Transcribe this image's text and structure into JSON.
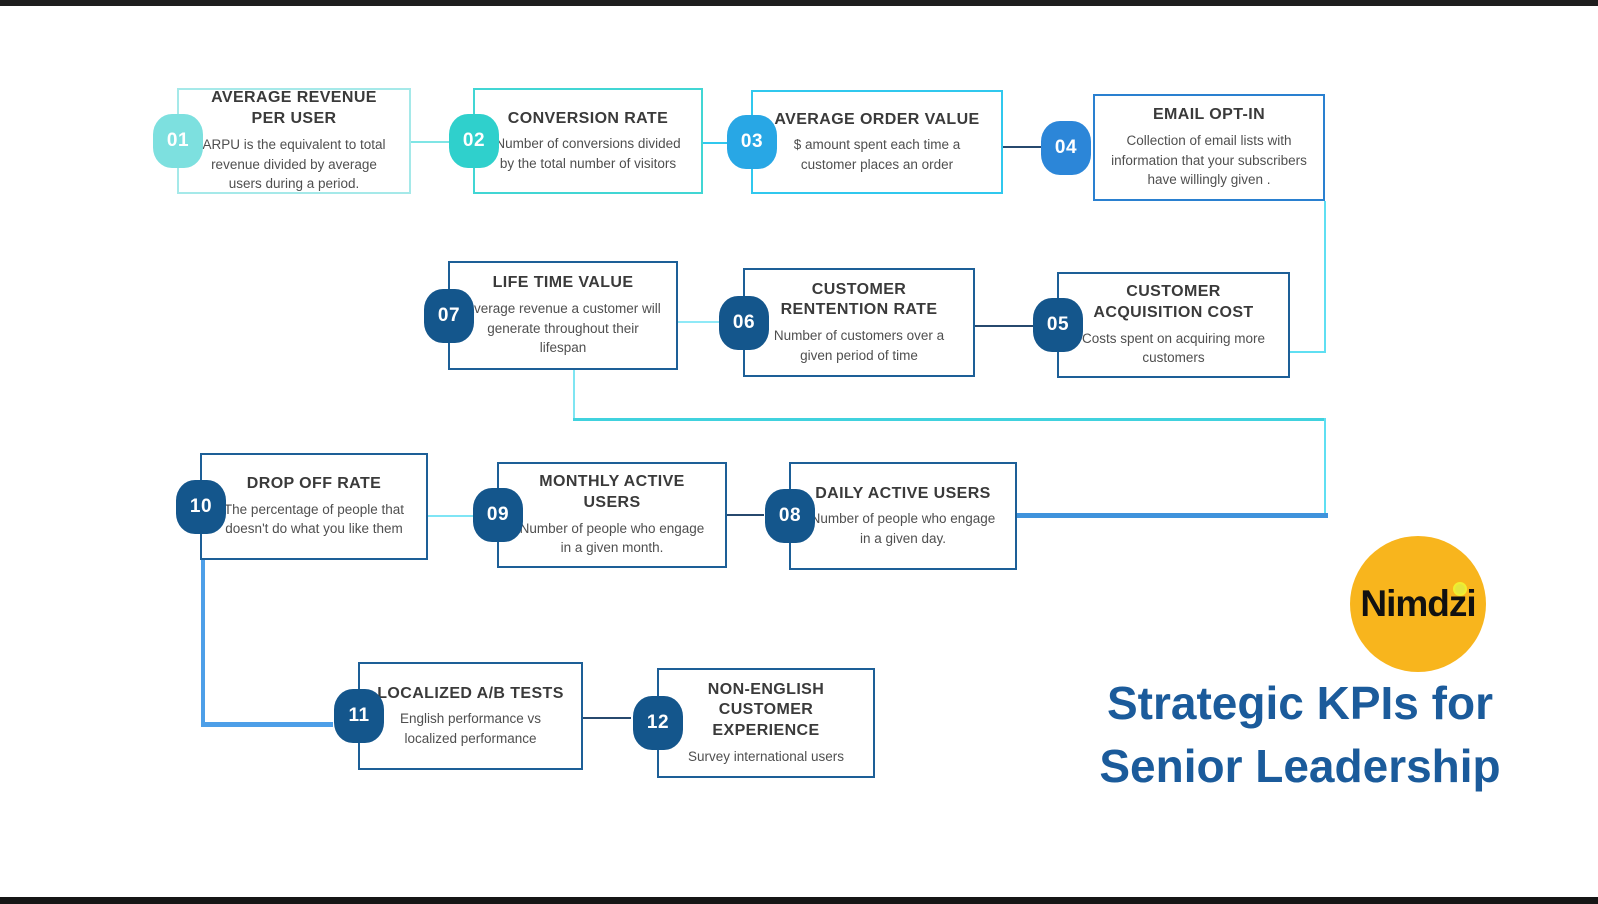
{
  "page": {
    "title_line1": "Strategic KPIs for",
    "title_line2": "Senior Leadership"
  },
  "logo": {
    "text": "Nimdzi"
  },
  "kpis": [
    {
      "num": "01",
      "title": "AVERAGE REVENUE PER USER",
      "desc": "ARPU is the equivalent to total revenue divided by average users during a period."
    },
    {
      "num": "02",
      "title": "CONVERSION RATE",
      "desc": "Number of conversions divided by the total number of visitors"
    },
    {
      "num": "03",
      "title": "AVERAGE ORDER VALUE",
      "desc": "$ amount spent each time a customer places an order"
    },
    {
      "num": "04",
      "title": "EMAIL OPT-IN",
      "desc": "Collection of email lists with information that your subscribers have willingly given ."
    },
    {
      "num": "05",
      "title": "CUSTOMER ACQUISITION COST",
      "desc": "Costs spent on acquiring more customers"
    },
    {
      "num": "06",
      "title": "CUSTOMER RENTENTION RATE",
      "desc": "Number of customers  over a given period of time"
    },
    {
      "num": "07",
      "title": "LIFE TIME VALUE",
      "desc": "Average revenue  a customer will generate throughout their lifespan"
    },
    {
      "num": "08",
      "title": "DAILY ACTIVE USERS",
      "desc": "Number of people who engage in a given day."
    },
    {
      "num": "09",
      "title": "MONTHLY ACTIVE USERS",
      "desc": "Number of people who engage in a given month."
    },
    {
      "num": "10",
      "title": "DROP OFF RATE",
      "desc": "The percentage of people that doesn't do what you like them"
    },
    {
      "num": "11",
      "title": "LOCALIZED A/B TESTS",
      "desc": "English performance vs localized performance"
    },
    {
      "num": "12",
      "title": "NON-ENGLISH CUSTOMER EXPERIENCE",
      "desc": "Survey international users"
    }
  ],
  "colors": {
    "badge_01": "#7de0df",
    "badge_02": "#2fd0cc",
    "badge_03": "#28a7e5",
    "badge_04": "#2c86d8",
    "badge_navy": "#14568c",
    "border_01": "#a5e9e9",
    "border_02": "#41d6d4",
    "border_03": "#30c8ee",
    "border_04": "#2a80d0",
    "border_navy": "#1d5f97",
    "line_pale_teal": "#7fe5e5",
    "line_cyan": "#30c8ee",
    "line_navy": "#27496e",
    "line_light_cyan": "#5fdff2",
    "line_thick_blue": "#3f93dc",
    "title_blue": "#1b5b9b",
    "logo_yellow": "#f8b51d",
    "logo_dot_lime": "#e4e63e"
  }
}
